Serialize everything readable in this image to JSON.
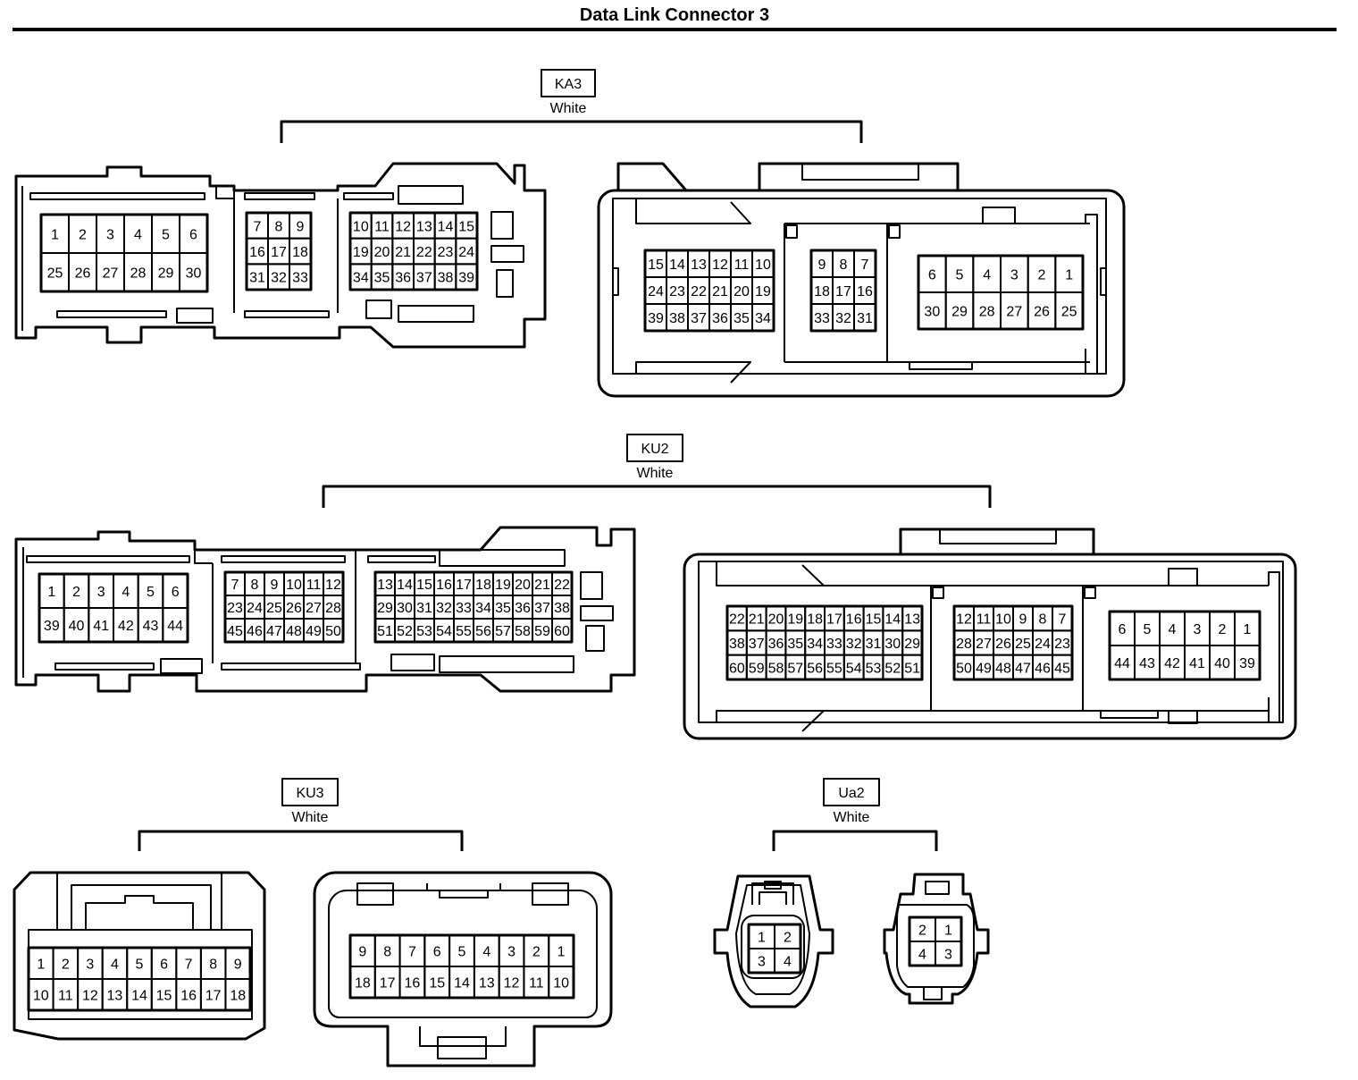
{
  "title": "Data Link Connector 3",
  "connectors": {
    "ka3": {
      "name": "KA3",
      "color": "White"
    },
    "ku2": {
      "name": "KU2",
      "color": "White"
    },
    "ku3": {
      "name": "KU3",
      "color": "White"
    },
    "ua2": {
      "name": "Ua2",
      "color": "White"
    }
  },
  "pin_grids": [
    {
      "id": "ka3-plug-a",
      "rows": [
        [
          "1",
          "2",
          "3",
          "4",
          "5",
          "6"
        ],
        [
          "25",
          "26",
          "27",
          "28",
          "29",
          "30"
        ]
      ]
    },
    {
      "id": "ka3-plug-b",
      "rows": [
        [
          "7",
          "8",
          "9"
        ],
        [
          "16",
          "17",
          "18"
        ],
        [
          "31",
          "32",
          "33"
        ]
      ]
    },
    {
      "id": "ka3-plug-c",
      "rows": [
        [
          "10",
          "11",
          "12",
          "13",
          "14",
          "15"
        ],
        [
          "19",
          "20",
          "21",
          "22",
          "23",
          "24"
        ],
        [
          "34",
          "35",
          "36",
          "37",
          "38",
          "39"
        ]
      ]
    },
    {
      "id": "ka3-jack-a",
      "rows": [
        [
          "15",
          "14",
          "13",
          "12",
          "11",
          "10"
        ],
        [
          "24",
          "23",
          "22",
          "21",
          "20",
          "19"
        ],
        [
          "39",
          "38",
          "37",
          "36",
          "35",
          "34"
        ]
      ]
    },
    {
      "id": "ka3-jack-b",
      "rows": [
        [
          "9",
          "8",
          "7"
        ],
        [
          "18",
          "17",
          "16"
        ],
        [
          "33",
          "32",
          "31"
        ]
      ]
    },
    {
      "id": "ka3-jack-c",
      "rows": [
        [
          "6",
          "5",
          "4",
          "3",
          "2",
          "1"
        ],
        [
          "30",
          "29",
          "28",
          "27",
          "26",
          "25"
        ]
      ]
    },
    {
      "id": "ku2-plug-a",
      "rows": [
        [
          "1",
          "2",
          "3",
          "4",
          "5",
          "6"
        ],
        [
          "39",
          "40",
          "41",
          "42",
          "43",
          "44"
        ]
      ]
    },
    {
      "id": "ku2-plug-b",
      "rows": [
        [
          "7",
          "8",
          "9",
          "10",
          "11",
          "12"
        ],
        [
          "23",
          "24",
          "25",
          "26",
          "27",
          "28"
        ],
        [
          "45",
          "46",
          "47",
          "48",
          "49",
          "50"
        ]
      ]
    },
    {
      "id": "ku2-plug-c",
      "rows": [
        [
          "13",
          "14",
          "15",
          "16",
          "17",
          "18",
          "19",
          "20",
          "21",
          "22"
        ],
        [
          "29",
          "30",
          "31",
          "32",
          "33",
          "34",
          "35",
          "36",
          "37",
          "38"
        ],
        [
          "51",
          "52",
          "53",
          "54",
          "55",
          "56",
          "57",
          "58",
          "59",
          "60"
        ]
      ]
    },
    {
      "id": "ku2-jack-a",
      "rows": [
        [
          "22",
          "21",
          "20",
          "19",
          "18",
          "17",
          "16",
          "15",
          "14",
          "13"
        ],
        [
          "38",
          "37",
          "36",
          "35",
          "34",
          "33",
          "32",
          "31",
          "30",
          "29"
        ],
        [
          "60",
          "59",
          "58",
          "57",
          "56",
          "55",
          "54",
          "53",
          "52",
          "51"
        ]
      ]
    },
    {
      "id": "ku2-jack-b",
      "rows": [
        [
          "12",
          "11",
          "10",
          "9",
          "8",
          "7"
        ],
        [
          "28",
          "27",
          "26",
          "25",
          "24",
          "23"
        ],
        [
          "50",
          "49",
          "48",
          "47",
          "46",
          "45"
        ]
      ]
    },
    {
      "id": "ku2-jack-c",
      "rows": [
        [
          "6",
          "5",
          "4",
          "3",
          "2",
          "1"
        ],
        [
          "44",
          "43",
          "42",
          "41",
          "40",
          "39"
        ]
      ]
    },
    {
      "id": "ku3-plug",
      "rows": [
        [
          "1",
          "2",
          "3",
          "4",
          "5",
          "6",
          "7",
          "8",
          "9"
        ],
        [
          "10",
          "11",
          "12",
          "13",
          "14",
          "15",
          "16",
          "17",
          "18"
        ]
      ]
    },
    {
      "id": "ku3-jack",
      "rows": [
        [
          "9",
          "8",
          "7",
          "6",
          "5",
          "4",
          "3",
          "2",
          "1"
        ],
        [
          "18",
          "17",
          "16",
          "15",
          "14",
          "13",
          "12",
          "11",
          "10"
        ]
      ]
    },
    {
      "id": "ua2-plug",
      "rows": [
        [
          "1",
          "2"
        ],
        [
          "3",
          "4"
        ]
      ]
    },
    {
      "id": "ua2-jack",
      "rows": [
        [
          "2",
          "1"
        ],
        [
          "4",
          "3"
        ]
      ]
    }
  ]
}
